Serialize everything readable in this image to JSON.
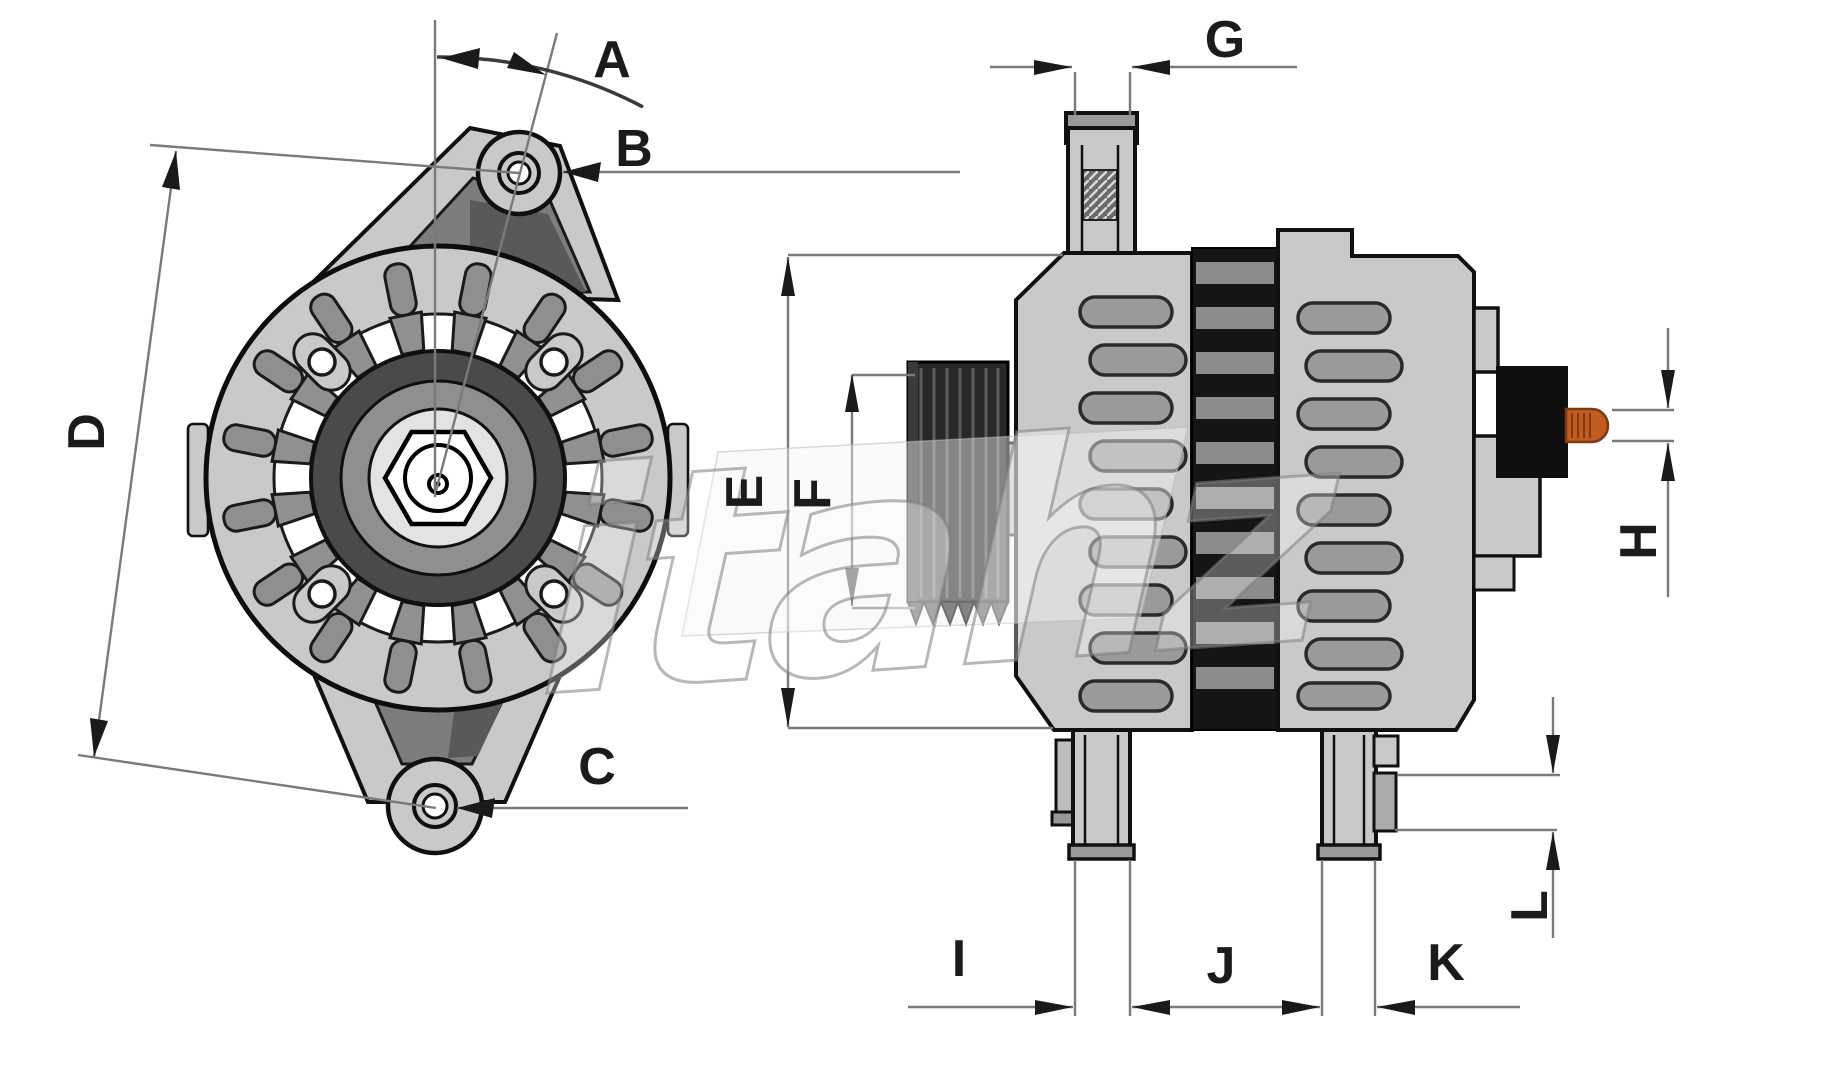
{
  "diagram": {
    "type": "alternator-dimension-drawing",
    "views": [
      {
        "id": "front-view",
        "description": "alternator front face with mounting ears"
      },
      {
        "id": "side-view",
        "description": "alternator profile with pulley and terminal"
      }
    ],
    "dimension_labels": {
      "A": "A",
      "B": "B",
      "C": "C",
      "D": "D",
      "E": "E",
      "F": "F",
      "G": "G",
      "H": "H",
      "I": "I",
      "J": "J",
      "K": "K",
      "L": "L"
    },
    "watermark": {
      "text": "itahz"
    },
    "colors": {
      "body_gray": "#c9c9c9",
      "slot_gray": "#8f8f8f",
      "dark_ring": "#4a4a4a",
      "core_black": "#151515",
      "coil_gray": "#9a9a9a",
      "terminal_block": "#0f0f0f",
      "terminal_stud_orange": "#c35a1f",
      "dimension_line_gray": "#7a7a7a",
      "label_color": "#1b1b1b",
      "background": "#ffffff"
    }
  }
}
